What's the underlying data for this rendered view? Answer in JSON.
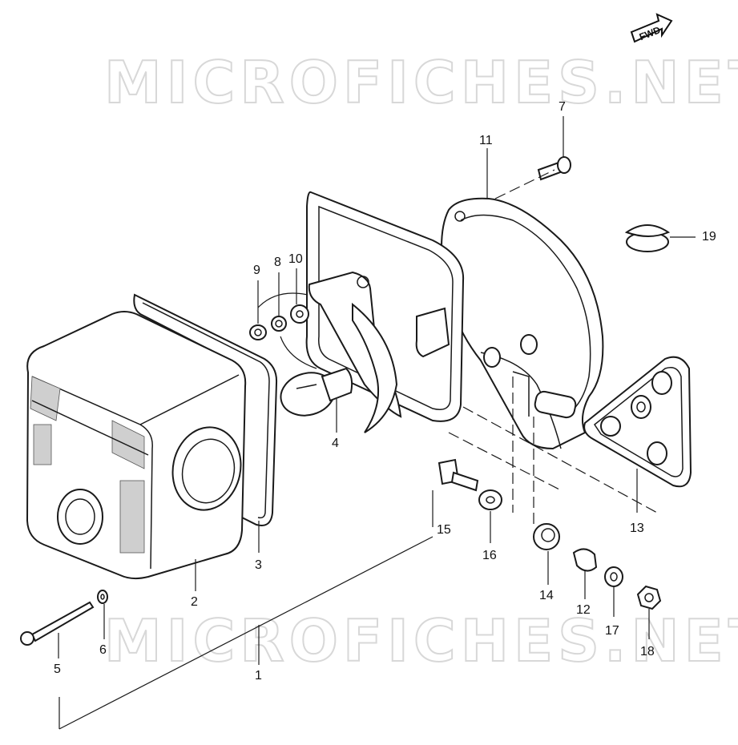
{
  "watermark_top": "MICROFICHES.NET",
  "watermark_bottom": "MICROFICHES.NET",
  "fwd_label": "FWD",
  "callouts": {
    "p1": "1",
    "p2": "2",
    "p3": "3",
    "p4": "4",
    "p5": "5",
    "p6": "6",
    "p7": "7",
    "p8": "8",
    "p9": "9",
    "p10": "10",
    "p11": "11",
    "p12": "12",
    "p13": "13",
    "p14": "14",
    "p15": "15",
    "p16": "16",
    "p17": "17",
    "p18": "18",
    "p19": "19"
  }
}
